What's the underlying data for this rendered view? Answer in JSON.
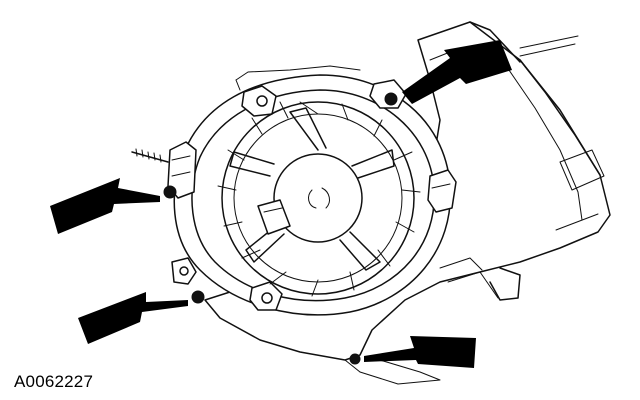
{
  "figure": {
    "caption": "A0062227",
    "callouts": [
      {
        "label": "fastener-upper-right"
      },
      {
        "label": "fastener-left"
      },
      {
        "label": "fastener-lower-left"
      },
      {
        "label": "fastener-bottom"
      }
    ]
  }
}
